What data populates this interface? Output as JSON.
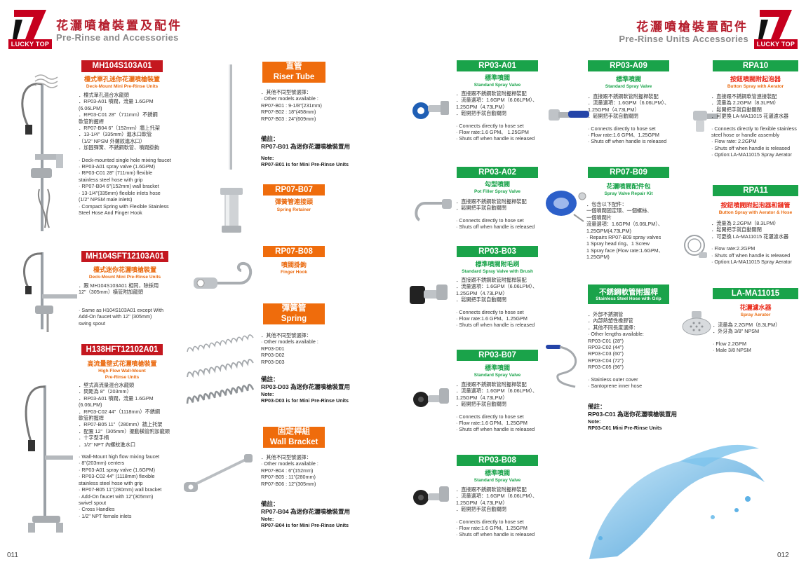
{
  "brand": {
    "logo_text": "LUCKY TOP",
    "color": "#c6001e"
  },
  "left_header": {
    "zh": "花灑噴槍裝置及配件",
    "en": "Pre-Rinse and Accessories"
  },
  "right_header": {
    "zh": "花灑噴槍裝置配件",
    "en": "Pre-Rinse Units Accessories"
  },
  "page_numbers": {
    "left": "011",
    "right": "012"
  },
  "products": {
    "mh104s": {
      "code": "MH104S103A01",
      "zh": "檯式單孔迷你花灑噴槍裝置",
      "en": "Deck-Mount Mini Pre-Rinse Units",
      "zh_lines": [
        "．檯式單孔混合水龍頭",
        "．RP03-A01 噴閥，流量 1.6GPM",
        "  (6.06LPM)",
        "．RP03-C01 28\"（711mm）不銹鋼",
        "  軟管附握桿",
        "．RP07-B04 6\"（152mm）牆上托架",
        "．13-1/4\"（335mm）進水口軟管",
        "  （1/2\" NPSM 外螺紋進水口）",
        "．加固彈簧、不銹鋼軟管、噴閥掛鉤"
      ],
      "en_lines": [
        "· Deck-mounted single hole mixing faucet",
        "· RP03-A01 spray valve (1.6GPM)",
        "· RP03-C01 28\" (711mm) flexible",
        "  stainless steel hose with grip",
        "· RP07-B04 6\"(152mm) wall bracket",
        "· 13-1/4\"(335mm) flexible inlets hose",
        "  (1/2\" NPSM male inlets)",
        "· Compact Spring with Flexible Stainless",
        "  Steel Hose And Finger Hook"
      ]
    },
    "mh104sft": {
      "code": "MH104SFT12103A01",
      "zh": "檯式迷你花灑噴槍裝置",
      "en": "Deck-Mount Mini Pre-Rinse Units",
      "zh_lines": [
        "．跟 MH104S103A01 相同，除採用",
        "  12\"（305mm）橫管附加龍頭"
      ],
      "en_lines": [
        "· Same as H104S103A01 except With",
        "  Add-On faucet with 12\" (305mm)",
        "  swing spout"
      ]
    },
    "h138": {
      "code": "H138HFT12102A01",
      "zh": "高流量壁式花灑噴槍裝置",
      "en1": "High Flow Wall-Mount",
      "en2": "Pre-Rinse Units",
      "zh_lines": [
        "．壁式高流量混合水龍頭",
        "．間距為 8\"（203mm）",
        "．RP03-A01 噴閥，流量 1.6GPM",
        "  (6.06LPM)",
        "．RP03-C02 44\"（1118mm）不銹鋼",
        "  軟管附握桿",
        "．RP07-B05 11\"（280mm）牆上托架",
        "．配置 12\"（305mm）擺動橫管附加龍頭",
        "．十字型手柄",
        "．1/2\" NPT 內螺紋進水口"
      ],
      "en_lines": [
        "· Wall-Mount high flow mixing faucet",
        "· 8\"(203mm) centers",
        "· RP03-A01 spray valve (1.6GPM)",
        "· RP03-C02 44\" (1118mm) flexible",
        "  stainless steel hose with grip",
        "· RP07-B05 11\"(280mm) wall bracket",
        "· Add-On faucet with 12\"(305mm)",
        "  swivel spout",
        "· Cross Handles",
        "· 1/2\" NPT female inlets"
      ]
    },
    "riser": {
      "zh": "直管",
      "en": "Riser Tube",
      "lines": [
        "．其他不同型號選擇：",
        "· Other models available :",
        "  RP07-B01 : 9-1/8\"(231mm)",
        "  RP07-B02 : 18\"(458mm)",
        "  RP07-B03 : 24\"(609mm)"
      ],
      "note_label_zh": "備註：",
      "note_zh": "RP07-B01 為迷你花灑噴槍裝置用",
      "note_label_en": "Note:",
      "note_en": "RP07-B01 is for Mini Pre-Rinse Units"
    },
    "rp07b07": {
      "code": "RP07-B07",
      "zh": "彈簧管連接頭",
      "en": "Spring Retainer"
    },
    "rp07b08": {
      "code": "RP07-B08",
      "zh": "噴閥掛鉤",
      "en": "Finger Hook"
    },
    "spring": {
      "zh": "彈簧管",
      "en": "Spring",
      "lines": [
        "．其他不同型號選擇：",
        "· Other models available :",
        "  RP03-D01",
        "  RP03-D02",
        "  RP03-D03"
      ],
      "note_label_zh": "備註：",
      "note_zh": "RP03-D03 為迷你花灑噴槍裝置用",
      "note_label_en": "Note:",
      "note_en": "RP03-D03 is for Mini Pre-Rinse Units"
    },
    "wall_bracket": {
      "zh": "固定桿組",
      "en": "Wall Bracket",
      "lines": [
        "．其他不同型號選擇：",
        "· Other models available :",
        "  RP07-B04 : 6\"(152mm)",
        "  RP07-B05 : 11\"(280mm)",
        "  RP07-B06 : 12\"(305mm)"
      ],
      "note_label_zh": "備註：",
      "note_zh": "RP07-B04 為迷你花灑噴槍裝置用",
      "note_label_en": "Note:",
      "note_en": "RP07-B04 is for Mini Pre-Rinse Units"
    },
    "rp03a01": {
      "code": "RP03-A01",
      "zh": "標準噴閥",
      "en": "Standard Spray Valve",
      "zh_lines": [
        "．直接跟不銹鋼軟管附握桿裝配",
        "．流量選項：1.6GPM（6.06LPM）、",
        "  1.25GPM（4.73LPM）",
        "．鬆開把手就自動關閉"
      ],
      "en_lines": [
        "· Connects directly to hose set",
        "· Flow rate:1.6 GPM、 1.25GPM",
        "· Shuts off when handle is released"
      ]
    },
    "rp03a02": {
      "code": "RP03-A02",
      "zh": "勾型噴閥",
      "en": "Pot Filler Spray Valve",
      "zh_lines": [
        "．直接跟不銹鋼軟管附握桿裝配",
        "．鬆開把手就自動關閉"
      ],
      "en_lines": [
        "· Connects directly to hose set",
        "· Shuts off when handle is released"
      ]
    },
    "rp03b03": {
      "code": "RP03-B03",
      "zh": "標準噴閥附毛刷",
      "en": "Standard Spray Valve with Brush",
      "zh_lines": [
        "．直接跟不銹鋼軟管附握桿裝配",
        "．流量選項：1.6GPM（6.06LPM）、",
        "  1.25GPM（4.73LPM）",
        "．鬆開把手就自動關閉"
      ],
      "en_lines": [
        "· Connects directly to hose set",
        "· Flow rate:1.6 GPM、1.25GPM",
        "· Shuts off when handle is released"
      ]
    },
    "rp03b07": {
      "code": "RP03-B07",
      "zh": "標準噴閥",
      "en": "Standard Spray Valve",
      "zh_lines": [
        "．直接跟不銹鋼軟管附握桿裝配",
        "．流量選項：1.6GPM（6.06LPM）、",
        "  1.25GPM（4.73LPM）",
        "．鬆開把手就自動關閉"
      ],
      "en_lines": [
        "· Connects directly to hose set",
        "· Flow rate:1.6 GPM、1.25GPM",
        "· Shuts off when handle is released"
      ]
    },
    "rp03b08": {
      "code": "RP03-B08",
      "zh": "標準噴閥",
      "en": "Standard Spray Valve",
      "zh_lines": [
        "．直接跟不銹鋼軟管附握桿裝配",
        "．流量選項：1.6GPM（6.06LPM）、",
        "  1.25GPM（4.73LPM）",
        "．鬆開把手就自動關閉"
      ],
      "en_lines": [
        "· Connects directly to hose set",
        "· Flow rate:1.6 GPM、1.25GPM",
        "· Shuts off when handle is released"
      ]
    },
    "rp03a09": {
      "code": "RP03-A09",
      "zh": "標準噴閥",
      "en": "Standard Spray Valve",
      "zh_lines": [
        "．直接跟不銹鋼軟管附握桿裝配",
        "．流量選項：1.6GPM（6.06LPM）、",
        "  1.25GPM（4.73LPM）",
        "．鬆開把手就自動關閉"
      ],
      "en_lines": [
        "· Connects directly to hose set",
        "· Flow rate:1.6 GPM、1.25GPM",
        "· Shuts off when handle is released"
      ]
    },
    "rp07b09": {
      "code": "RP07-B09",
      "zh": "花灑噴閥配件包",
      "en": "Spray Valve Repair Kit",
      "lines": [
        "．包含以下配件：",
        "  一個噴閥固定環、一個螺絲、",
        "  一個噴閥片",
        "  流量選項：1.6GPM（6.06LPM）、",
        "  1.25GPM(4.73LPM)",
        "· Repairs RP07-B09 spray valves",
        "  1 Spray head ring、1 Screw",
        "  1 Spray face (Flow rate:1.6GPM、",
        "  1.25GPM)"
      ]
    },
    "hose": {
      "zh": "不銹鋼軟管附握桿",
      "en": "Stainless Steel Hose with Grip",
      "zh_lines": [
        "．外部不銹鋼管",
        "．內部熱塑性橡膠管",
        "．其他不同長度選擇：",
        "· Other lengths available:",
        "  RP03-C01 (28\")",
        "  RP03-C02 (44\")",
        "  RP03-C03 (60\")",
        "  RP03-C04 (72\")",
        "  RP03-C05 (96\")"
      ],
      "en_lines": [
        "· Stainless outer cover",
        "· Santoprene inner hose"
      ],
      "note_label_zh": "備註：",
      "note_zh": "RP03-C01 為迷你花灑噴槍裝置用",
      "note_label_en": "Note:",
      "note_en": "RP03-C01 Mini Pre-Rinse Units"
    },
    "rpa10": {
      "code": "RPA10",
      "zh": "按鈕噴閥附起泡器",
      "en": "Button Spray with Aerator",
      "zh_lines": [
        "．直接跟不銹鋼軟管連接裝配",
        "．流量為 2.2GPM（8.3LPM）",
        "．鬆開把手就自動關閉",
        "．可更換 LA-MA11015 花灑濾水器"
      ],
      "en_lines": [
        "· Connects directly to flexible stainless",
        "  steel hose or handle assembly",
        "· Flow rate: 2.2GPM",
        "· Shuts off when handle is released",
        "· Option:LA-MA11015 Spray Aerator"
      ]
    },
    "rpa11": {
      "code": "RPA11",
      "zh": "按鈕噴閥附起泡器和鏈管",
      "en": "Button Spray with Aerator & Hose",
      "zh_lines": [
        "．流量為 2.2GPM（8.3LPM）",
        "．鬆開把手就自動關閉",
        "．可更換 LA-MA11015 花灑濾水器"
      ],
      "en_lines": [
        "· Flow rate:2.2GPM",
        "· Shuts off when handle is released",
        "· Option:LA-MA11015 Spray Aerator"
      ]
    },
    "lama": {
      "code": "LA-MA11015",
      "zh": "花灑濾水器",
      "en": "Spray Aerator",
      "zh_lines": [
        "．流量為 2.2GPM（8.3LPM）",
        "．外牙為 3/8\" NPSM"
      ],
      "en_lines": [
        "· Flow 2.2GPM",
        "· Male 3/8 NPSM"
      ]
    }
  },
  "colors": {
    "red": "#c4171f",
    "orange": "#ef6c0c",
    "green": "#1aa34a",
    "water": "#3d9ad6"
  }
}
